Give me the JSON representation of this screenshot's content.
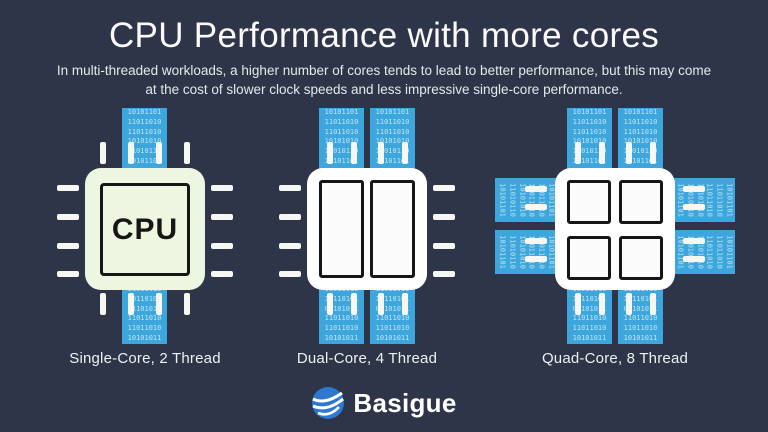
{
  "colors": {
    "background": "#2e3548",
    "strip_blue": "#3da7dd",
    "chip_green": "#edf6e0",
    "chip_white": "#ffffff",
    "logo_blue": "#2e78d2",
    "text_white": "#fafafa"
  },
  "header": {
    "title": "CPU Performance with more cores",
    "subtitle": "In multi-threaded workloads, a higher number of cores tends to lead to better performance, but this may come at the cost of slower clock speeds and less impressive single-core performance."
  },
  "diagrams": [
    {
      "id": "single-core",
      "label": "Single-Core, 2 Thread",
      "cores": 1,
      "threads": 2,
      "chip_text": "CPU"
    },
    {
      "id": "dual-core",
      "label": "Dual-Core, 4 Thread",
      "cores": 2,
      "threads": 4
    },
    {
      "id": "quad-core",
      "label": "Quad-Core, 8 Thread",
      "cores": 4,
      "threads": 8
    }
  ],
  "binary": {
    "lines": [
      "10101101",
      "11011010",
      "11011010",
      "10101010",
      "11010110",
      "10101101",
      "11011010",
      "10110101",
      "01101011",
      "11011010",
      "11011010",
      "10101011"
    ]
  },
  "footer": {
    "brand": "Basigue",
    "logo_icon": "globe-swoosh-icon"
  }
}
